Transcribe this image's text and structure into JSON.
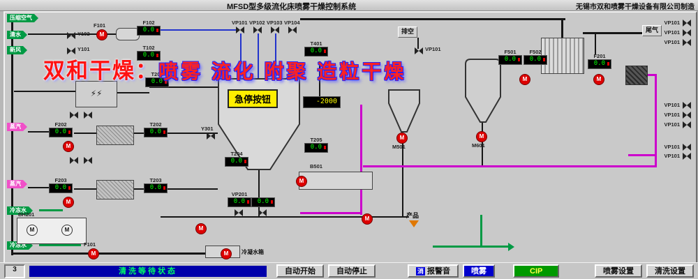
{
  "titlebar": {
    "title": "MFSD型多级流化床喷雾干燥控制系统",
    "manufacturer": "无锡市双和喷雾干燥设备有限公司制造"
  },
  "watermark": {
    "lead": "双和干燥：",
    "rest": "喷雾 流化 附聚 造粒干燥"
  },
  "colors": {
    "display_value": "#00ff00",
    "level_value": "#ffff00",
    "pump_red": "#dd0000",
    "pipe_magenta": "#cc00cc",
    "pipe_blue": "#2233cc",
    "pipe_green": "#009a44",
    "status_bg": "#0000aa",
    "status_text": "#00ff66",
    "spray_button_bg": "#0000cc",
    "cip_button_bg": "#009900",
    "estop_bg": "#ffee00",
    "watermark_red": "#ff1111",
    "watermark_outline": "#2222ff"
  },
  "glyphs": {
    "pump": "M",
    "heater": "⚡⚡"
  },
  "inlets": [
    {
      "label": "压缩空气"
    },
    {
      "label": "清水"
    },
    {
      "label": "新风"
    },
    {
      "label": "蒸汽"
    },
    {
      "label": "蒸汽"
    },
    {
      "label": "冷冻水"
    },
    {
      "label": "冷冻水"
    }
  ],
  "displays": [
    {
      "tag": "F102",
      "value": "0.0"
    },
    {
      "tag": "T102",
      "value": "0.0"
    },
    {
      "tag": "T201",
      "value": "0.0"
    },
    {
      "tag": "F202",
      "value": "0.0"
    },
    {
      "tag": "T202",
      "value": "0.0"
    },
    {
      "tag": "F203",
      "value": "0.0"
    },
    {
      "tag": "T203",
      "value": "0.0"
    },
    {
      "tag": "T204",
      "value": "0.0"
    },
    {
      "tag": "T205",
      "value": "0.0"
    },
    {
      "tag": "T401",
      "value": "0.0"
    },
    {
      "tag": "F501",
      "value": "0.0"
    },
    {
      "tag": "F502",
      "value": "0.0"
    },
    {
      "tag": "F201",
      "value": "0.0"
    },
    {
      "tag": "VP201",
      "value": "0.0"
    },
    {
      "tag": "",
      "value": "0.0"
    }
  ],
  "level_display": {
    "value": "-2000"
  },
  "estop": {
    "label": "急停按钮"
  },
  "valves": {
    "left": [
      {
        "tag": "Y102"
      },
      {
        "tag": "Y101"
      }
    ],
    "top": [
      {
        "tag": "VP101"
      },
      {
        "tag": "VP102"
      },
      {
        "tag": "VP103"
      },
      {
        "tag": "VP104"
      }
    ],
    "mid": {
      "tag": "Y301"
    },
    "vent": {
      "tag": "VP101"
    },
    "right": [
      {
        "tag": "VP101"
      },
      {
        "tag": "VP101"
      },
      {
        "tag": "VP101"
      },
      {
        "tag": "VP101"
      },
      {
        "tag": "VP101"
      },
      {
        "tag": "VP101"
      },
      {
        "tag": "VP101"
      },
      {
        "tag": "VP101"
      }
    ]
  },
  "equipment": {
    "f101_top": "F101",
    "f101_bottom": "F101",
    "m501": "M501",
    "m601": "M601",
    "b501": "B501",
    "bh201": "BH201"
  },
  "flow_labels": {
    "vent": "排空",
    "tailgas": "尾气",
    "product": "产品",
    "condensate": "冷凝水箱"
  },
  "statusbar": {
    "indicator": "3",
    "status": "清洗等待状态"
  },
  "buttons": {
    "auto_start": "自动开始",
    "auto_stop": "自动停止",
    "mute_prefix": "消",
    "mute": "报警音",
    "spray": "喷雾",
    "cip": "CIP",
    "spray_settings": "喷雾设置",
    "clean_settings": "清洗设置"
  }
}
